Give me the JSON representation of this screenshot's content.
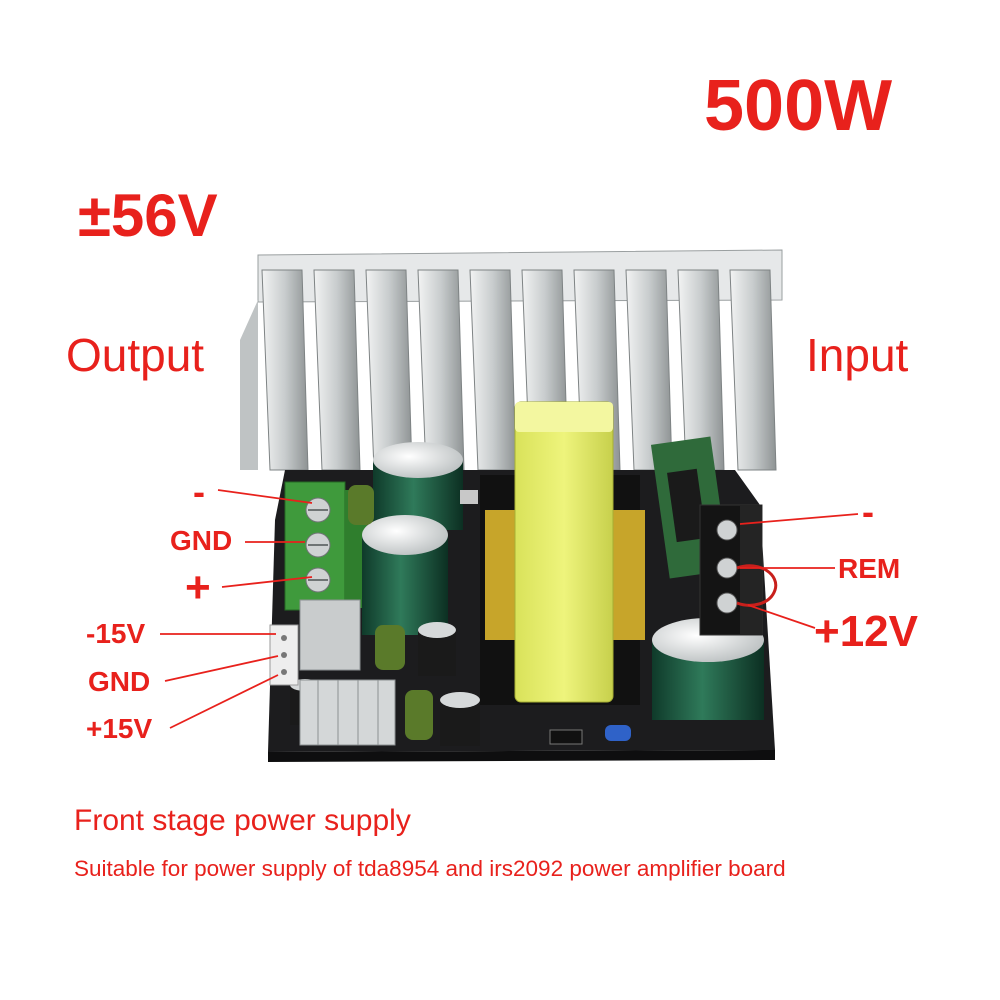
{
  "product": {
    "power_rating": "500W",
    "output_voltage": "±56V",
    "output_heading": "Output",
    "input_heading": "Input"
  },
  "output_terminals": {
    "negative": "-",
    "ground": "GND",
    "positive": "+"
  },
  "aux_terminals": {
    "negative_15v": "-15V",
    "ground": "GND",
    "positive_15v": "+15V"
  },
  "input_terminals": {
    "negative": "-",
    "remote": "REM",
    "positive_12v": "+12V"
  },
  "captions": {
    "title": "Front stage power supply",
    "subtitle": "Suitable for power supply of tda8954 and irs2092 power amplifier board"
  },
  "colors": {
    "label_red": "#e8211c",
    "pcb_black": "#1c1c1e",
    "heatsink_silver": "#d9dcdd",
    "capacitor_green": "#1f5a43",
    "terminal_green": "#3f9a3c",
    "transformer_yellow": "#e6ee6a"
  }
}
